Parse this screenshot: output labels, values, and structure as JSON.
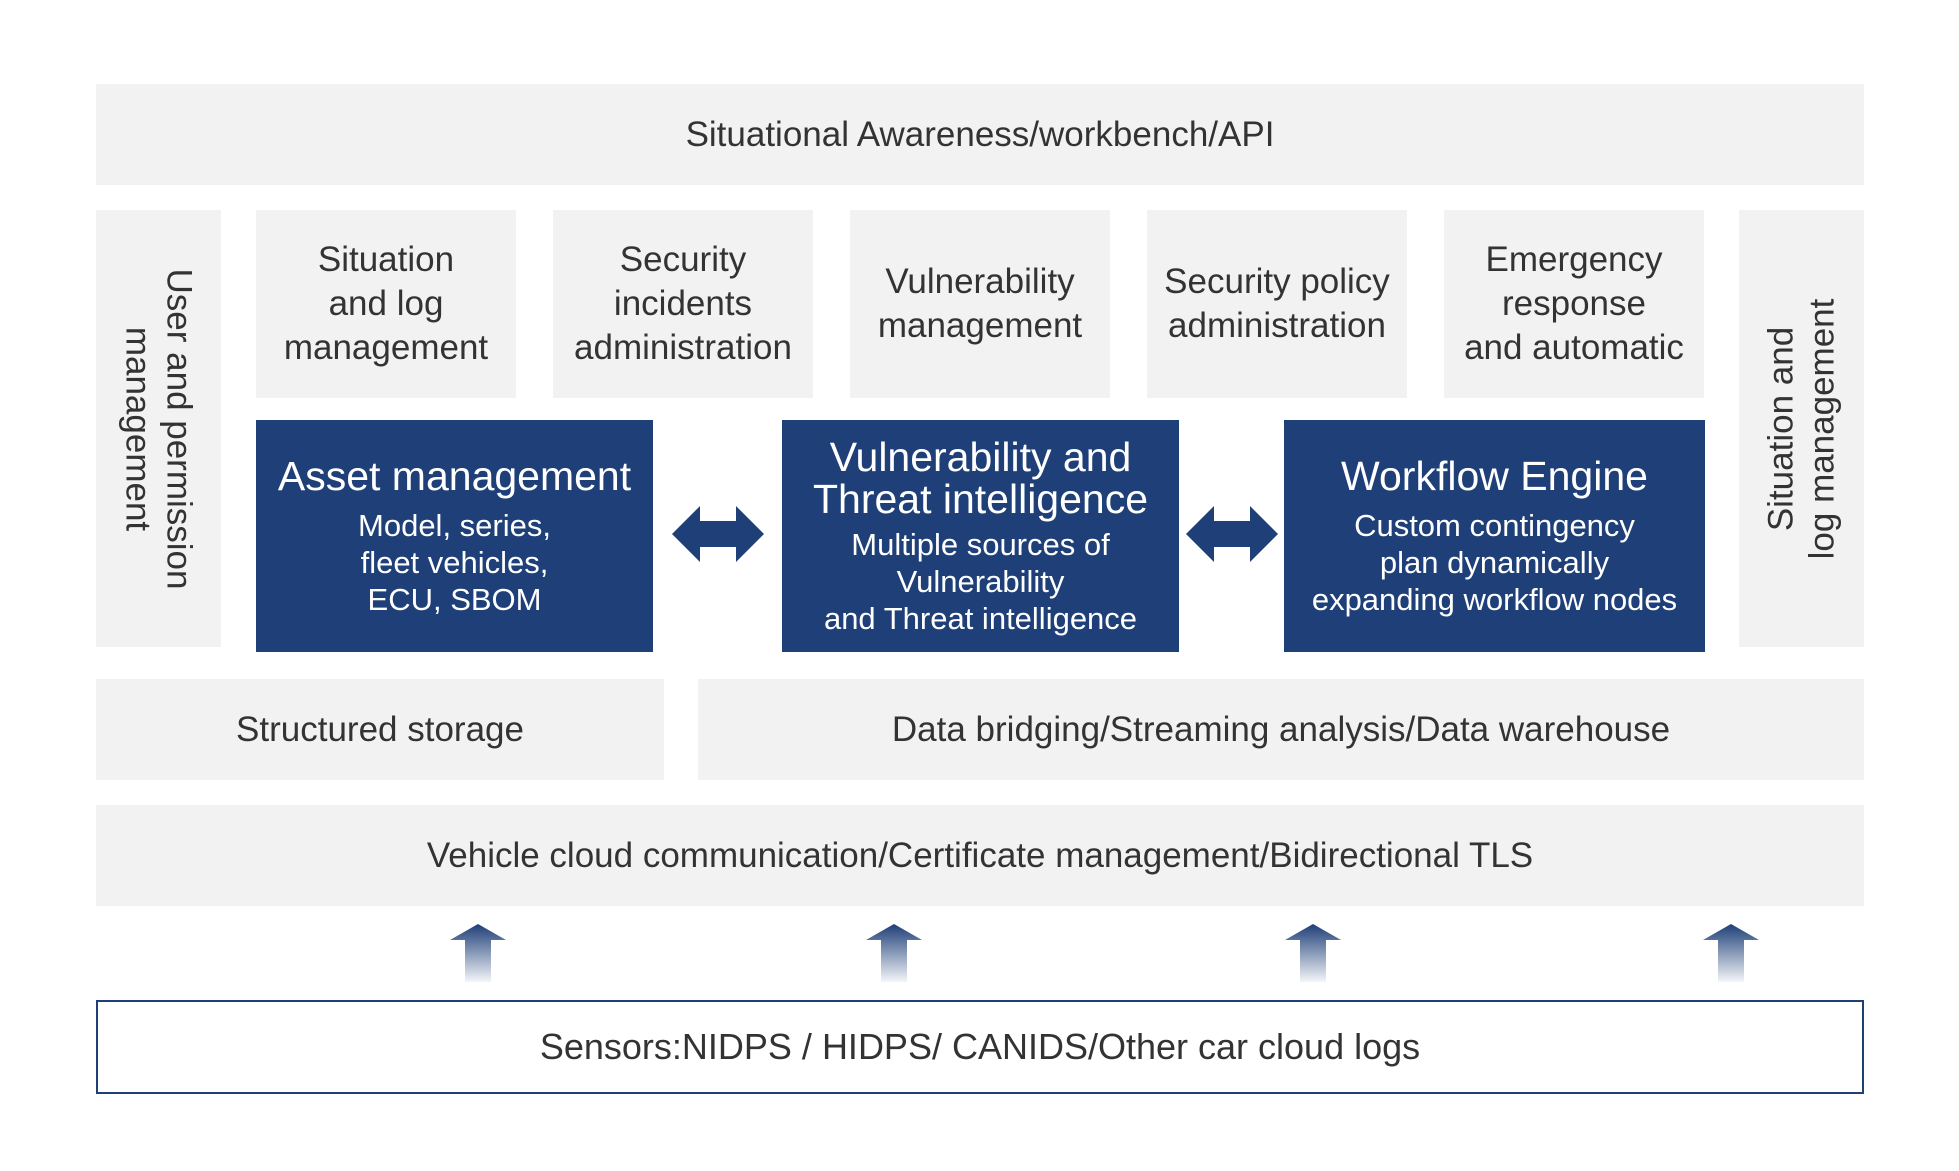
{
  "top_bar": {
    "label": "Situational Awareness/workbench/API"
  },
  "left_side": {
    "lines": [
      "User and permission",
      "management"
    ]
  },
  "right_side": {
    "lines": [
      "Situation and",
      "log management"
    ]
  },
  "modules": [
    {
      "lines": [
        "Situation",
        "and log",
        "management"
      ]
    },
    {
      "lines": [
        "Security",
        "incidents",
        "administration"
      ]
    },
    {
      "lines": [
        "Vulnerability",
        "management"
      ]
    },
    {
      "lines": [
        "Security policy",
        "administration"
      ]
    },
    {
      "lines": [
        "Emergency",
        "response",
        "and automatic"
      ]
    }
  ],
  "core": [
    {
      "title": [
        "Asset management"
      ],
      "sub": [
        "Model, series,",
        "fleet vehicles,",
        "ECU, SBOM"
      ]
    },
    {
      "title": [
        "Vulnerability and",
        "Threat intelligence"
      ],
      "sub": [
        "Multiple sources of",
        "Vulnerability",
        "and Threat intelligence"
      ]
    },
    {
      "title": [
        "Workflow Engine"
      ],
      "sub": [
        "Custom contingency",
        "plan dynamically",
        "expanding workflow nodes"
      ]
    }
  ],
  "storage": {
    "label": "Structured storage"
  },
  "data_layer": {
    "label": "Data bridging/Streaming analysis/Data warehouse"
  },
  "comm_layer": {
    "label": "Vehicle cloud communication/Certificate management/Bidirectional TLS"
  },
  "sensors": {
    "label": "Sensors:NIDPS / HIDPS/ CANIDS/Other car cloud logs"
  },
  "colors": {
    "accent": "#1e3f78",
    "panel": "#f2f2f2",
    "text": "#333333"
  }
}
